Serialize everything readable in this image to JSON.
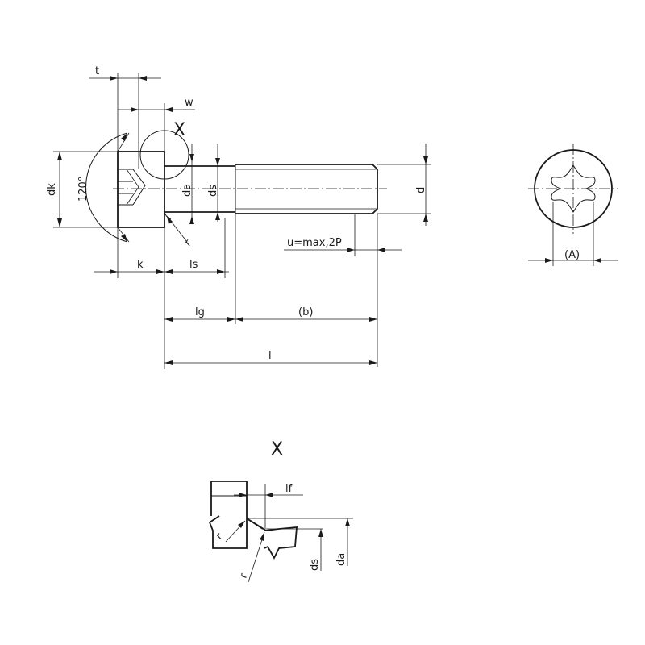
{
  "labels": {
    "t": "t",
    "w": "w",
    "x_detail": "X",
    "dk": "dk",
    "angle": "120°",
    "da": "da",
    "ds": "ds",
    "d": "d",
    "r": "r",
    "u": "u=max,2P",
    "k": "k",
    "ls": "ls",
    "lg": "lg",
    "b": "(b)",
    "l": "l",
    "a": "(A)",
    "detail_title": "X",
    "lf": "lf",
    "detail_r1": "r",
    "detail_r2": "r",
    "detail_ds": "ds",
    "detail_da": "da"
  }
}
